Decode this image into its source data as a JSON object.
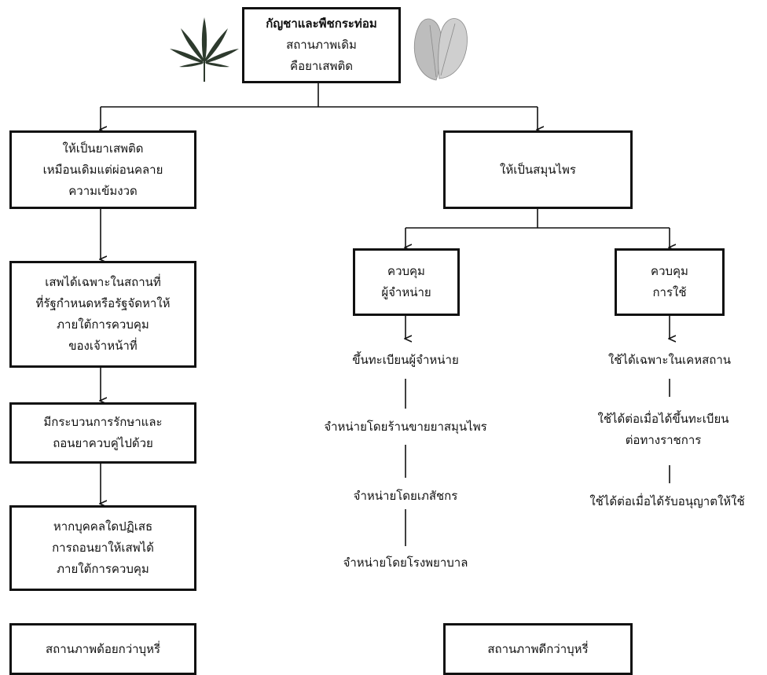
{
  "root": {
    "lines": [
      "กัญชาและพืชกระท่อม",
      "สถานภาพเดิม",
      "คือยาเสพติด"
    ]
  },
  "left": {
    "box1": [
      "ให้เป็นยาเสพติด",
      "เหมือนเดิมแต่ผ่อนคลาย",
      "ความเข้มงวด"
    ],
    "box2": [
      "เสพได้เฉพาะในสถานที่",
      "ที่รัฐกำหนดหรือรัฐจัดหาให้",
      "ภายใต้การควบคุม",
      "ของเจ้าหน้าที่"
    ],
    "box3": [
      "มีกระบวนการรักษาและ",
      "ถอนยาควบคู่ไปด้วย"
    ],
    "box4": [
      "หากบุคคลใดปฏิเสธ",
      "การถอนยาให้เสพได้",
      "ภายใต้การควบคุม"
    ],
    "status": "สถานภาพด้อยกว่าบุหรี่"
  },
  "right": {
    "box1": "ให้เป็นสมุนไพร",
    "control_seller": [
      "ควบคุม",
      "ผู้จำหน่าย"
    ],
    "control_use": [
      "ควบคุม",
      "การใช้"
    ],
    "seller_steps": [
      "ขึ้นทะเบียนผู้จำหน่าย",
      "จำหน่ายโดยร้านขายยาสมุนไพร",
      "จำหน่ายโดยเภสัชกร",
      "จำหน่ายโดยโรงพยาบาล"
    ],
    "use_steps": [
      "ใช้ได้เฉพาะในเคหสถาน",
      "ใช้ได้ต่อเมื่อได้ขึ้นทะเบียน",
      "ต่อทางราชการ",
      "ใช้ได้ต่อเมื่อได้รับอนุญาตให้ใช้"
    ],
    "status": "สถานภาพดีกว่าบุหรี่"
  }
}
